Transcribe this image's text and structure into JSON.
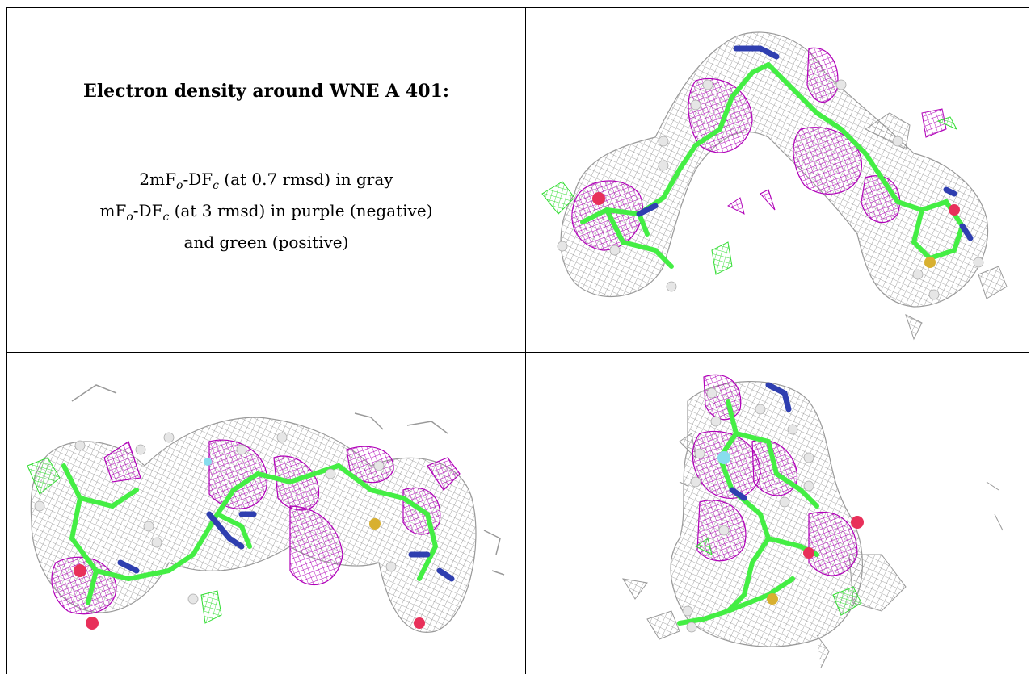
{
  "caption": {
    "title": "Electron density around WNE A 401:",
    "line1_pre": "2mF",
    "line1_sub1": "o",
    "line1_mid": "-DF",
    "line1_sub2": "c",
    "line1_post": " (at 0.7 rmsd) in gray",
    "line2_pre": "mF",
    "line2_sub1": "o",
    "line2_mid": "-DF",
    "line2_sub2": "c",
    "line2_post": " (at 3 rmsd) in purple (negative)",
    "line3": "and green (positive)"
  },
  "colors": {
    "map_2fofc": "#8c8c8c",
    "map_fofc_negative": "#b000b8",
    "map_fofc_positive": "#33dd33",
    "carbon": "#44ee44",
    "nitrogen": "#2f3fb0",
    "oxygen": "#e8305a",
    "sulfur": "#d8b030",
    "hydrogen": "#e6e6e6",
    "halogen": "#88ddee"
  }
}
